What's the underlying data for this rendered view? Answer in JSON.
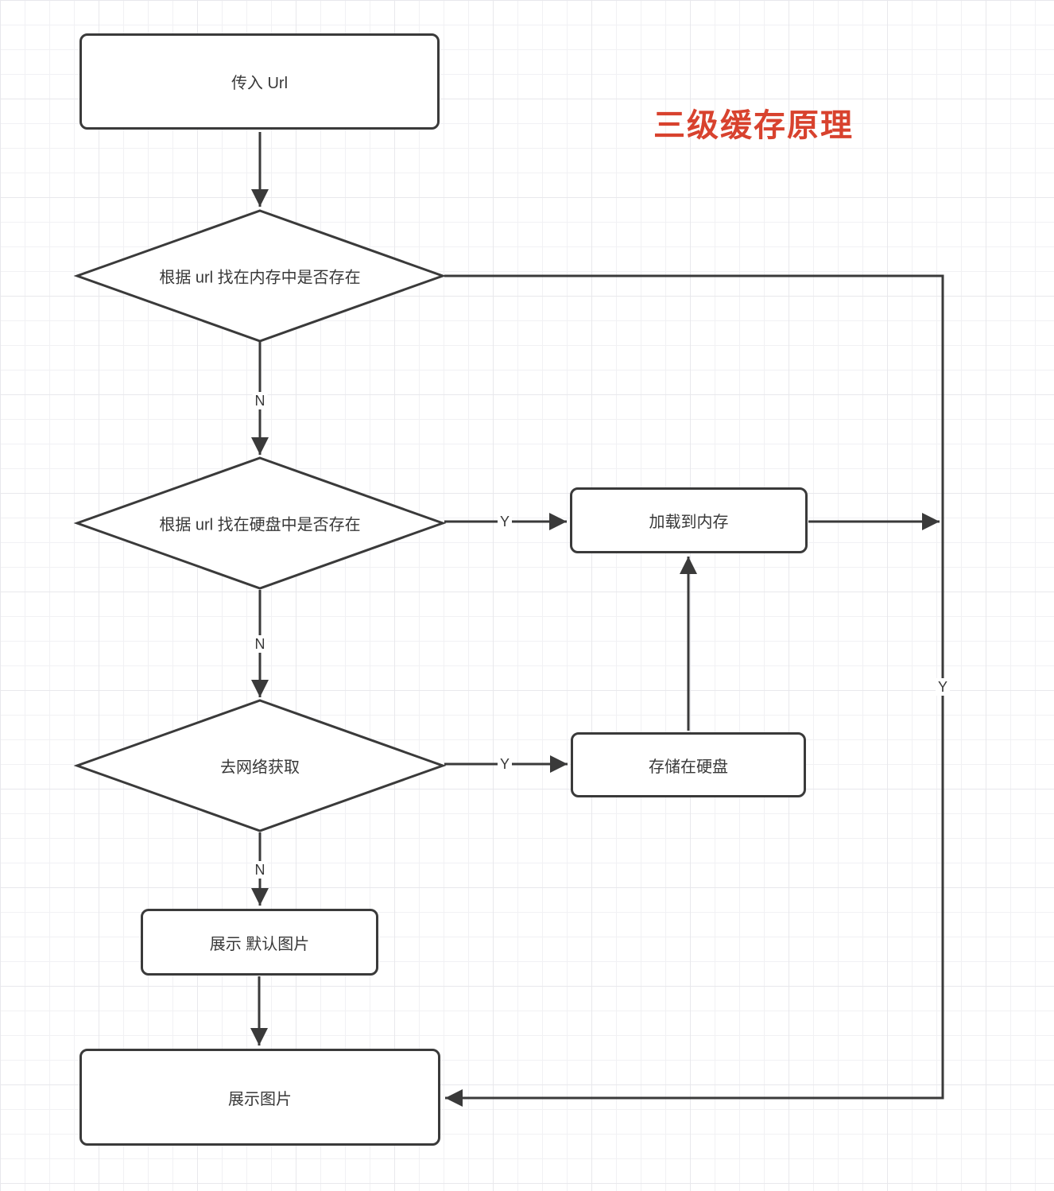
{
  "title": {
    "text": "三级缓存原理",
    "color": "#d8422e"
  },
  "nodes": {
    "pass_url": {
      "label": "传入 Url",
      "type": "process"
    },
    "check_memory": {
      "label": "根据 url 找在内存中是否存在",
      "type": "decision"
    },
    "check_disk": {
      "label": "根据 url 找在硬盘中是否存在",
      "type": "decision"
    },
    "fetch_network": {
      "label": "去网络获取",
      "type": "decision"
    },
    "load_to_memory": {
      "label": "加载到内存",
      "type": "process"
    },
    "store_to_disk": {
      "label": "存储在硬盘",
      "type": "process"
    },
    "show_default_image": {
      "label": "展示 默认图片",
      "type": "process"
    },
    "show_image": {
      "label": "展示图片",
      "type": "process"
    }
  },
  "edges": {
    "pass_to_memory": {
      "from": "pass_url",
      "to": "check_memory",
      "label": ""
    },
    "memory_no": {
      "from": "check_memory",
      "to": "check_disk",
      "label": "N"
    },
    "disk_no": {
      "from": "check_disk",
      "to": "fetch_network",
      "label": "N"
    },
    "network_no": {
      "from": "fetch_network",
      "to": "show_default_image",
      "label": "N"
    },
    "default_to_show": {
      "from": "show_default_image",
      "to": "show_image",
      "label": ""
    },
    "disk_yes": {
      "from": "check_disk",
      "to": "load_to_memory",
      "label": "Y"
    },
    "network_yes": {
      "from": "fetch_network",
      "to": "store_to_disk",
      "label": "Y"
    },
    "store_to_load": {
      "from": "store_to_disk",
      "to": "load_to_memory",
      "label": ""
    },
    "load_to_show": {
      "from": "load_to_memory",
      "to": "show_image",
      "label": ""
    },
    "memory_yes": {
      "from": "check_memory",
      "to": "show_image",
      "label": "Y"
    }
  },
  "colors": {
    "stroke": "#3a3a3a",
    "node_fill": "#ffffff",
    "grid": "#f1f1f4"
  }
}
